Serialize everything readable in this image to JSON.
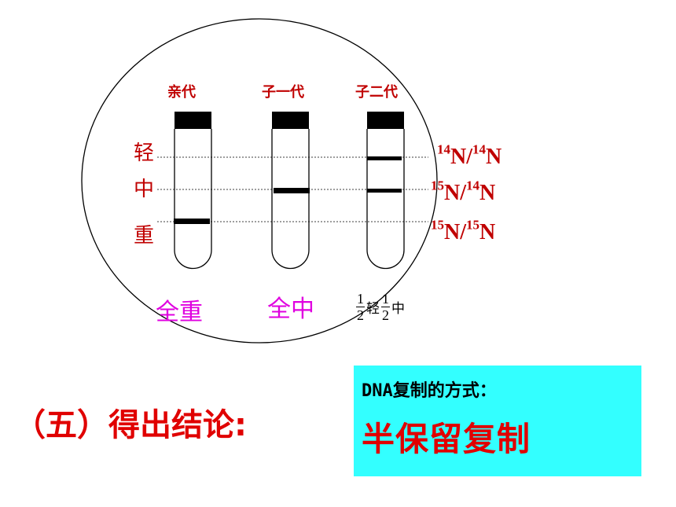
{
  "generations": [
    "亲代",
    "子一代",
    "子二代"
  ],
  "density_labels": [
    "轻",
    "中",
    "重"
  ],
  "isotope_labels": [
    {
      "a": "14",
      "b": "N/",
      "c": "14",
      "d": "N"
    },
    {
      "a": "15",
      "b": "N/",
      "c": "14",
      "d": "N"
    },
    {
      "a": "15",
      "b": "N/",
      "c": "15",
      "d": "N"
    }
  ],
  "results": {
    "parent": "全重",
    "f1": "全中",
    "f2": {
      "n1": "1",
      "d1": "2",
      "w1": "轻",
      "n2": "1",
      "d2": "2",
      "w2": "中"
    }
  },
  "conclusion": "（五）得出结论:",
  "answer": {
    "caption": "DNA复制的方式：",
    "text": "半保留复制"
  },
  "colors": {
    "label_red": "#c00000",
    "result_magenta": "#e000e0",
    "box_cyan": "#33ffff"
  }
}
